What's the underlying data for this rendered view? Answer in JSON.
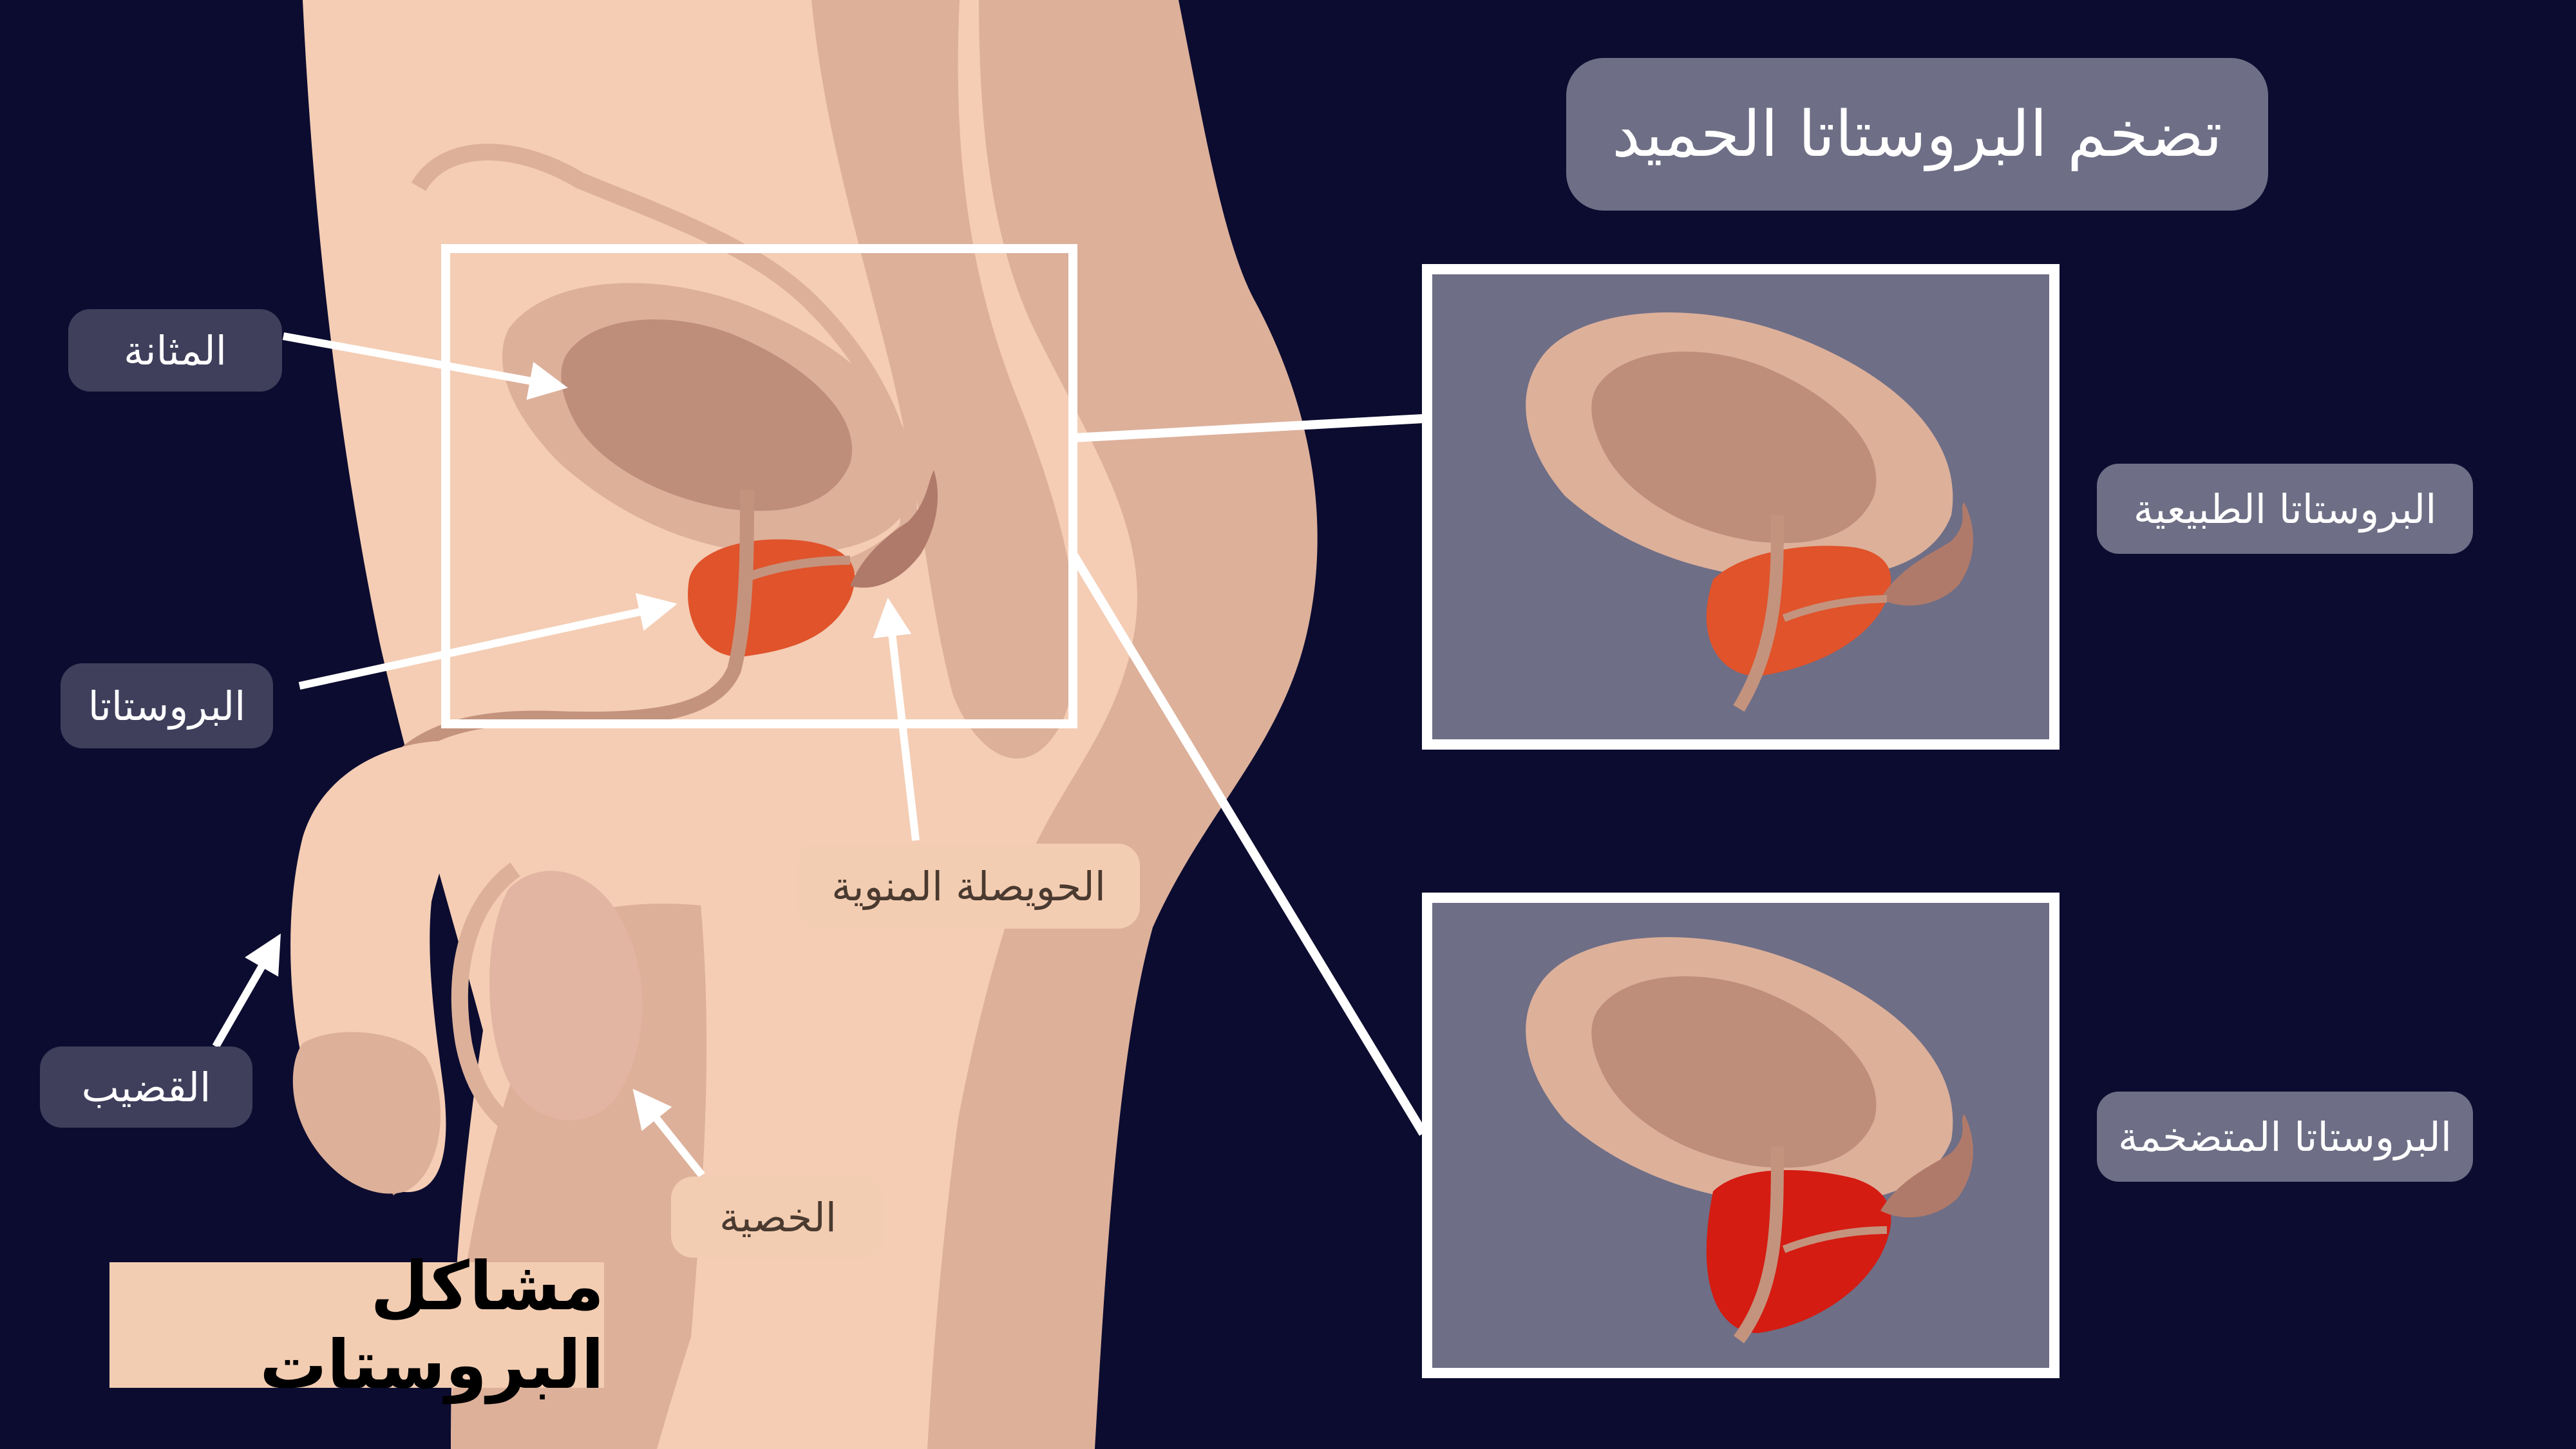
{
  "title": "تضخم البروستاتا الحميد",
  "caption": "مشاكل البروستات",
  "labels": {
    "bladder": "المثانة",
    "prostate": "البروستاتا",
    "penis": "القضيب",
    "seminal_vesicle": "الحويصلة المنوية",
    "testicle": "الخصية",
    "normal_prostate": "البروستاتا الطبيعية",
    "enlarged_prostate": "البروستاتا المتضخمة"
  },
  "colors": {
    "background": "#0c0c30",
    "skin": "#f4cdb4",
    "skin_shadow": "#ddb09a",
    "bladder": "#be8e7a",
    "prostate_normal": "#e0532b",
    "prostate_enlarged": "#d41c12",
    "inset_bg": "#6e6e86"
  }
}
